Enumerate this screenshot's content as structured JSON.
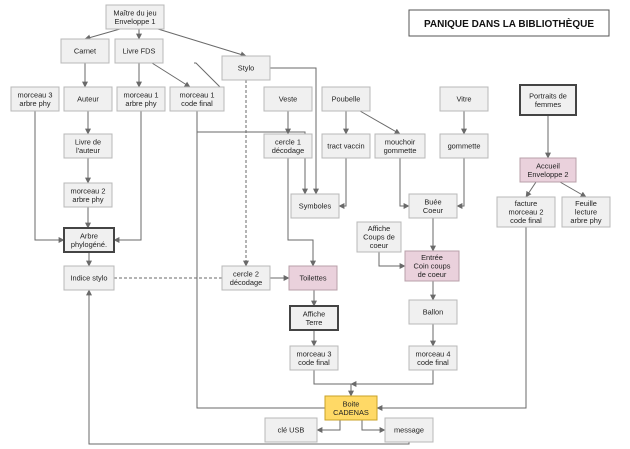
{
  "title": "PANIQUE DANS LA BIBLIOTHÈQUE",
  "nodes": {
    "maitre": [
      "Maître du jeu",
      "Enveloppe 1"
    ],
    "carnet": [
      "Carnet"
    ],
    "livre_fds": [
      "Livre FDS"
    ],
    "stylo": [
      "Stylo"
    ],
    "m3_arbre": [
      "morceau 3",
      "arbre phy"
    ],
    "auteur": [
      "Auteur"
    ],
    "m1_arbre": [
      "morceau 1",
      "arbre phy"
    ],
    "m1_code": [
      "morceau 1",
      "code final"
    ],
    "veste": [
      "Veste"
    ],
    "poubelle": [
      "Poubelle"
    ],
    "vitre": [
      "Vitre"
    ],
    "portraits": [
      "Portraits de",
      "femmes"
    ],
    "livre_auteur": [
      "Livre de",
      "l'auteur"
    ],
    "cercle1": [
      "cercle 1",
      "décodage"
    ],
    "tract": [
      "tract vaccin"
    ],
    "mouchoir": [
      "mouchoir",
      "gommette"
    ],
    "gommette": [
      "gommette"
    ],
    "accueil": [
      "Accueil",
      "Enveloppe 2"
    ],
    "m2_arbre": [
      "morceau 2",
      "arbre phy"
    ],
    "symboles": [
      "Symboles"
    ],
    "buee": [
      "Buée",
      "Coeur"
    ],
    "facture": [
      "facture",
      "morceau 2",
      "code final"
    ],
    "feuille": [
      "Feuille",
      "lecture",
      "arbre phy"
    ],
    "arbre_phylo": [
      "Arbre",
      "phylogéné."
    ],
    "affiche_coups": [
      "Affiche",
      "Coups de",
      "coeur"
    ],
    "entree": [
      "Entrée",
      "Coin coups",
      "de coeur"
    ],
    "indice": [
      "Indice stylo"
    ],
    "cercle2": [
      "cercle 2",
      "décodage"
    ],
    "toilettes": [
      "Toilettes"
    ],
    "affiche_terre": [
      "Affiche",
      "Terre"
    ],
    "ballon": [
      "Ballon"
    ],
    "m3_code": [
      "morceau 3",
      "code final"
    ],
    "m4_code": [
      "morceau 4",
      "code final"
    ],
    "boite": [
      "Boite",
      "CADENAS"
    ],
    "cle": [
      "clé USB"
    ],
    "message": [
      "message"
    ]
  },
  "colors": {
    "default_fill": "#f0f0f0",
    "highlight_pink": "#ead1dc",
    "highlight_yellow": "#ffd966",
    "line": "#6a6a6a"
  }
}
